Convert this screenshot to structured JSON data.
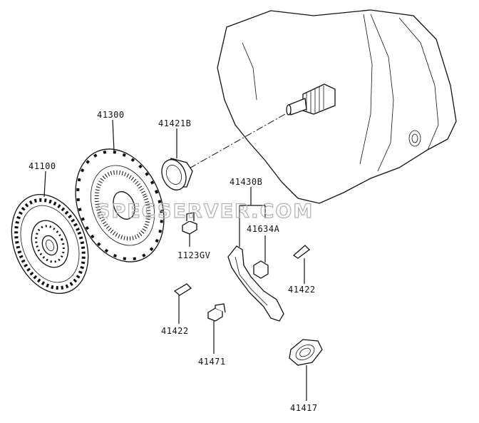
{
  "labels": {
    "clutch_disc": "41100",
    "pressure_plate": "41300",
    "release_bearing": "41421B",
    "fork_assembly": "41430B",
    "fork_part": "41634A",
    "bolt": "1123GV",
    "clip_left": "41422",
    "clip_right": "41422",
    "pivot_bolt": "41471",
    "boot": "41417"
  },
  "watermark": "SPECSERVER.COM"
}
